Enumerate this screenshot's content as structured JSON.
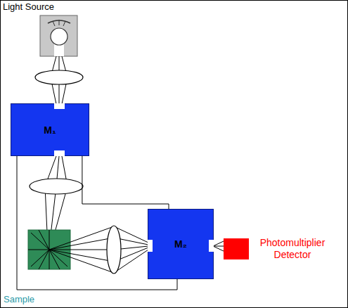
{
  "diagram": {
    "nodes": [
      {
        "text": [
          "M₁"
        ]
      },
      {
        "text": [
          "M₂"
        ]
      },
      {
        "text": [
          "Photomultiplier Detector"
        ]
      }
    ],
    "edges": [
      {
        "from": 0,
        "to": 1,
        "arrow": "none"
      },
      {
        "from": 0,
        "to": 1,
        "arrow": "none"
      }
    ],
    "labels": [
      "Light Source",
      "Sample"
    ]
  }
}
